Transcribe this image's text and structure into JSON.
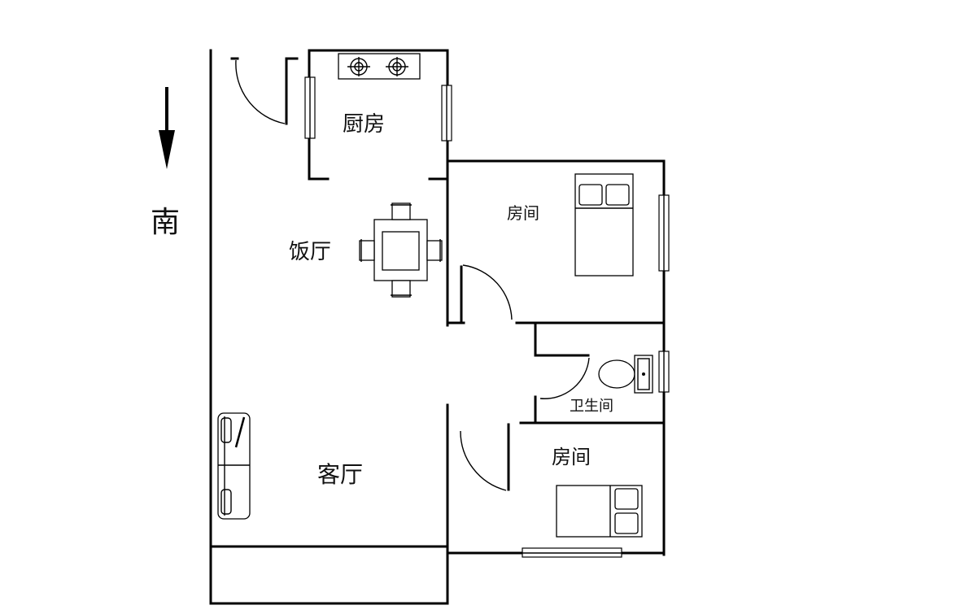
{
  "compass": {
    "direction_label": "南"
  },
  "rooms": {
    "kitchen": "厨房",
    "dining": "饭厅",
    "bedroom_1": "房间",
    "bathroom": "卫生间",
    "bedroom_2": "房间",
    "living": "客厅"
  }
}
